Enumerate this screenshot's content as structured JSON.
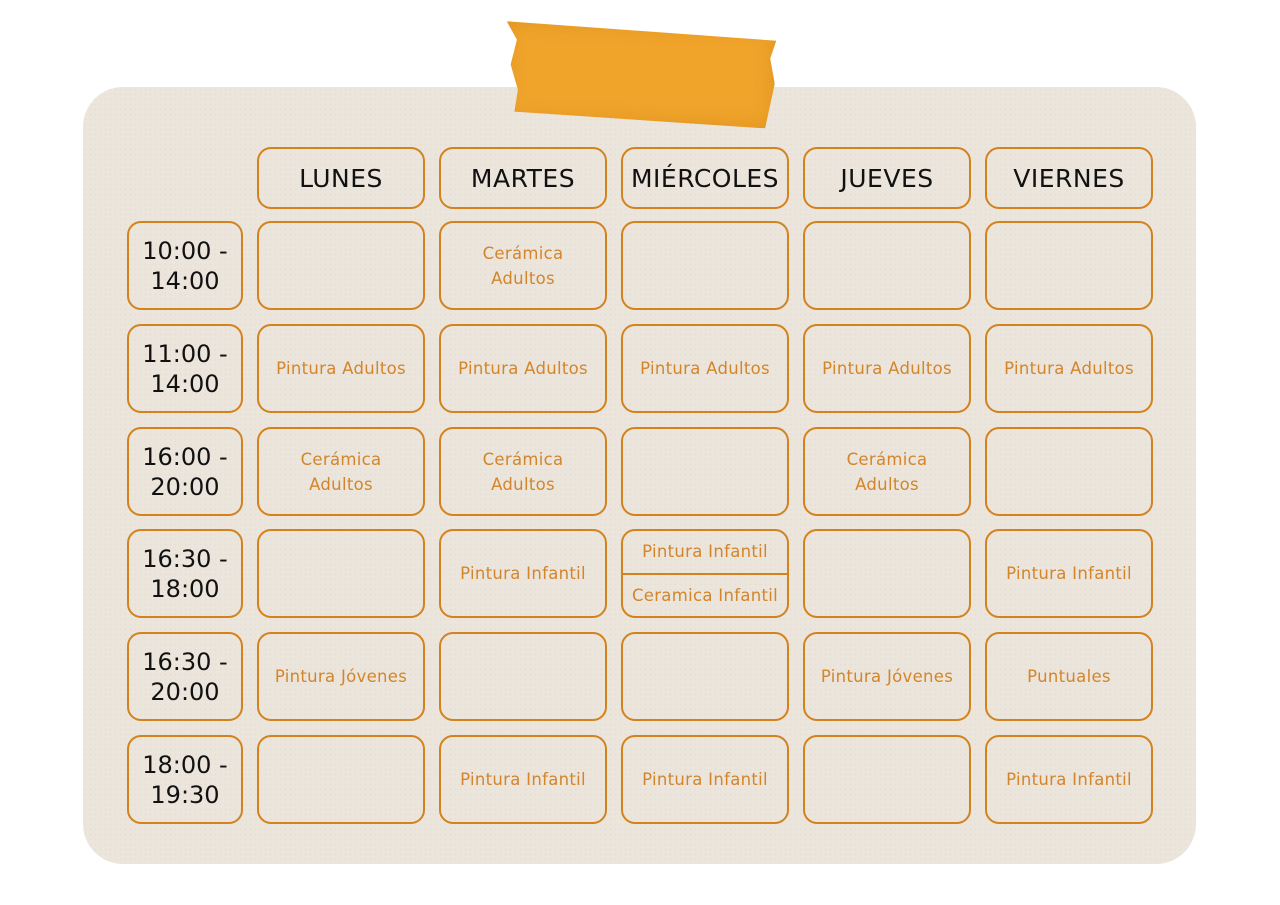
{
  "days": [
    "LUNES",
    "MARTES",
    "MIÉRCOLES",
    "JUEVES",
    "VIERNES"
  ],
  "rows": [
    {
      "time": [
        "10:00 -",
        "14:00"
      ],
      "cells": [
        [],
        [
          "Cerámica Adultos"
        ],
        [],
        [],
        []
      ]
    },
    {
      "time": [
        "11:00 -",
        "14:00"
      ],
      "cells": [
        [
          "Pintura Adultos"
        ],
        [
          "Pintura Adultos"
        ],
        [
          "Pintura Adultos"
        ],
        [
          "Pintura Adultos"
        ],
        [
          "Pintura Adultos"
        ]
      ]
    },
    {
      "time": [
        "16:00 -",
        "20:00"
      ],
      "cells": [
        [
          "Cerámica Adultos"
        ],
        [
          "Cerámica Adultos"
        ],
        [],
        [
          "Cerámica Adultos"
        ],
        []
      ]
    },
    {
      "time": [
        "16:30 -",
        "18:00"
      ],
      "cells": [
        [],
        [
          "Pintura Infantil"
        ],
        [
          "Pintura Infantil",
          "Ceramica Infantil"
        ],
        [],
        [
          "Pintura Infantil"
        ]
      ]
    },
    {
      "time": [
        "16:30 -",
        "20:00"
      ],
      "cells": [
        [
          "Pintura Jóvenes"
        ],
        [],
        [],
        [
          "Pintura Jóvenes"
        ],
        [
          "Puntuales"
        ]
      ]
    },
    {
      "time": [
        "18:00 -",
        "19:30"
      ],
      "cells": [
        [],
        [
          "Pintura Infantil"
        ],
        [
          "Pintura Infantil"
        ],
        [],
        [
          "Pintura Infantil"
        ]
      ]
    }
  ],
  "colors": {
    "accent": "#d4821e",
    "background": "#ebe5dc",
    "tape": "#f0a42a"
  }
}
